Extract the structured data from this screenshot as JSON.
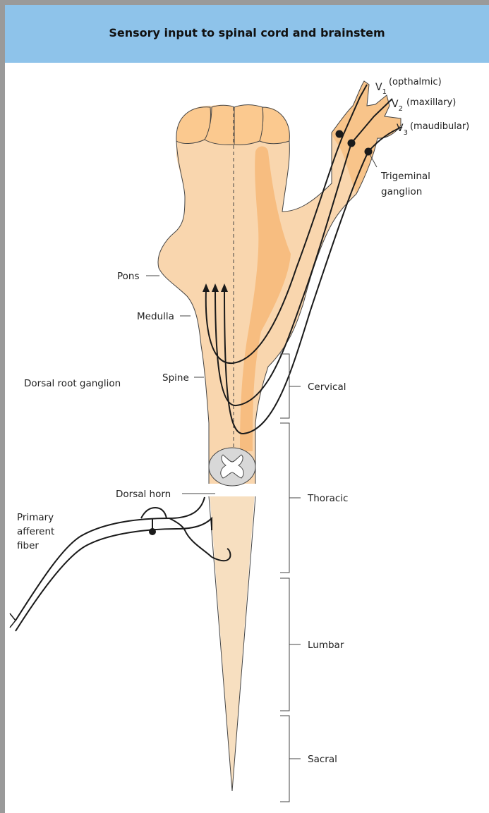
{
  "title": "Sensory input to spinal cord and brainstem",
  "labels": {
    "v1_letter": "V",
    "v1_sub": "1",
    "v1_name": "(opthalmic)",
    "v2_letter": "V",
    "v2_sub": "2",
    "v2_name": "(maxillary)",
    "v3_letter": "V",
    "v3_sub": "3",
    "v3_name": "(maudibular)",
    "trigeminal_1": "Trigeminal",
    "trigeminal_2": "ganglion",
    "pons": "Pons",
    "medulla": "Medulla",
    "spine": "Spine",
    "dorsal_root_ganglion": "Dorsal root ganglion",
    "dorsal_horn": "Dorsal horn",
    "primary_1": "Primary",
    "primary_2": "afferent",
    "primary_3": "fiber"
  },
  "regions": {
    "cervical": "Cervical",
    "thoracic": "Thoracic",
    "lumbar": "Lumbar",
    "sacral": "Sacral"
  },
  "colors": {
    "title_bg": "#8ec3ea",
    "cord_fill": "#f7dfc0",
    "brainstem_fill": "#f9cf9c",
    "tract_fill": "#f6b874",
    "frame": "#9a9a9a"
  }
}
